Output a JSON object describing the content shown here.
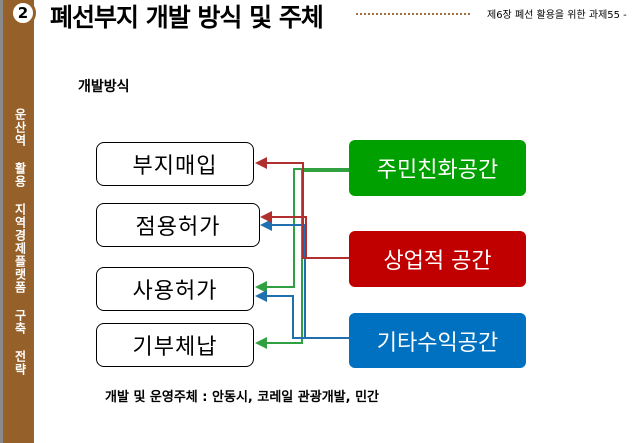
{
  "header": {
    "number": "2",
    "title": "폐선부지 개발 방식  및 주체",
    "chapter": "제6장  폐선 활용을 위한 과제55 -"
  },
  "sidebar": {
    "text": "운산역 활용 지역경제플랫폼 구축 전략"
  },
  "section_label": "개발방식",
  "methods": [
    "부지매입",
    "점용허가",
    "사용허가",
    "기부체납"
  ],
  "spaces": [
    {
      "label": "주민친화공간",
      "color": "#00a000"
    },
    {
      "label": "상업적 공간",
      "color": "#c00000"
    },
    {
      "label": "기타수익공간",
      "color": "#0070c0"
    }
  ],
  "footer": "개발 및 운영주체 : 안동시, 코레일 관광개발, 민간"
}
